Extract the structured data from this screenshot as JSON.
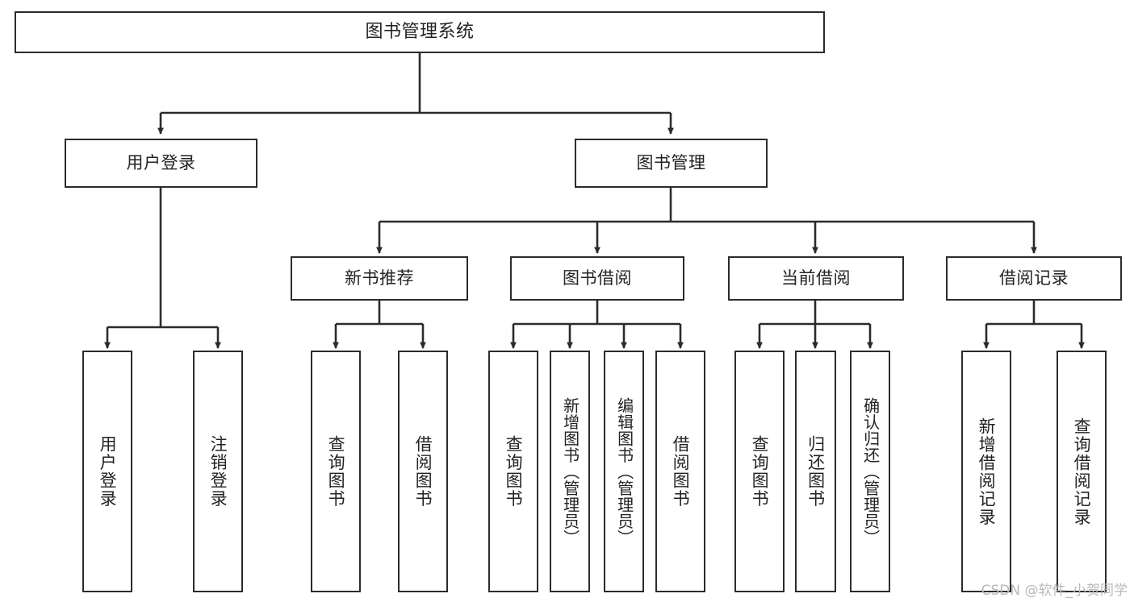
{
  "diagram": {
    "title": "图书管理系统",
    "type": "tree",
    "colors": {
      "background": "#ffffff",
      "stroke": "#2b2b2b",
      "text": "#232323",
      "watermark": "#b9b9b9"
    },
    "root": {
      "id": "root",
      "label": "图书管理系统"
    },
    "level1": [
      {
        "id": "user-login",
        "label": "用户登录"
      },
      {
        "id": "book-management",
        "label": "图书管理"
      }
    ],
    "level2": [
      {
        "id": "new-book-recommend",
        "label": "新书推荐",
        "parent": "book-management"
      },
      {
        "id": "book-borrow",
        "label": "图书借阅",
        "parent": "book-management"
      },
      {
        "id": "current-borrow",
        "label": "当前借阅",
        "parent": "book-management"
      },
      {
        "id": "borrow-record",
        "label": "借阅记录",
        "parent": "book-management"
      }
    ],
    "leaves": [
      {
        "id": "leaf-user-login",
        "label": "用户登录",
        "parent": "user-login"
      },
      {
        "id": "leaf-user-logout",
        "label": "注销登录",
        "parent": "user-login"
      },
      {
        "id": "leaf-query-book-1",
        "label": "查询图书",
        "parent": "new-book-recommend"
      },
      {
        "id": "leaf-borrow-book-1",
        "label": "借阅图书",
        "parent": "new-book-recommend"
      },
      {
        "id": "leaf-query-book-2",
        "label": "查询图书",
        "parent": "book-borrow"
      },
      {
        "id": "leaf-add-book",
        "label": "新增图书（管理员）",
        "parent": "book-borrow"
      },
      {
        "id": "leaf-edit-book",
        "label": "编辑图书（管理员）",
        "parent": "book-borrow"
      },
      {
        "id": "leaf-borrow-book-2",
        "label": "借阅图书",
        "parent": "book-borrow"
      },
      {
        "id": "leaf-query-book-3",
        "label": "查询图书",
        "parent": "current-borrow"
      },
      {
        "id": "leaf-return-book",
        "label": "归还图书",
        "parent": "current-borrow"
      },
      {
        "id": "leaf-confirm-return",
        "label": "确认归还（管理员）",
        "parent": "current-borrow"
      },
      {
        "id": "leaf-add-record",
        "label": "新增借阅记录",
        "parent": "borrow-record"
      },
      {
        "id": "leaf-query-record",
        "label": "查询借阅记录",
        "parent": "borrow-record"
      }
    ],
    "watermark": "CSDN @软件_小贺同学"
  }
}
